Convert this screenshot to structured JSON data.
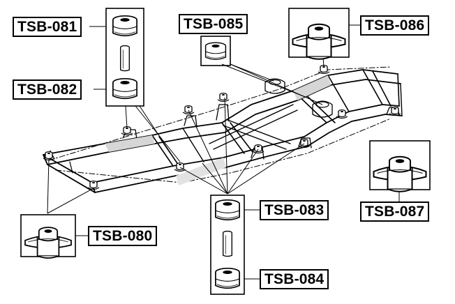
{
  "labels": {
    "tsb_081": "TSB-081",
    "tsb_082": "TSB-082",
    "tsb_085": "TSB-085",
    "tsb_086": "TSB-086",
    "tsb_083": "TSB-083",
    "tsb_084": "TSB-084",
    "tsb_087": "TSB-087",
    "tsb_080": "TSB-080"
  },
  "colors": {
    "ink": "#000000",
    "paper": "#ffffff",
    "shade": "#c9c9c9"
  }
}
